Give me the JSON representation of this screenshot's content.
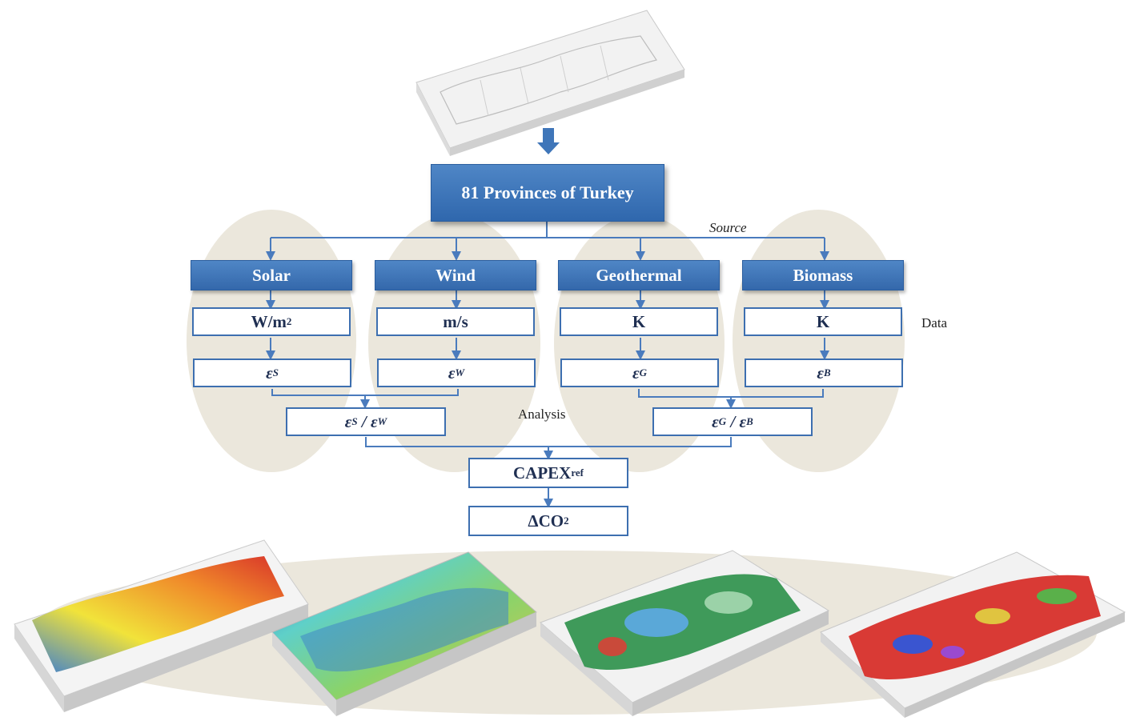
{
  "title": "81 Provinces of Turkey",
  "labels": {
    "source": "Source",
    "data": "Data",
    "analysis": "Analysis"
  },
  "sources": [
    {
      "name": "Solar",
      "unit": "W/m",
      "unit_sup": "2",
      "eff": "ε",
      "eff_sub": "S"
    },
    {
      "name": "Wind",
      "unit": "m/s",
      "unit_sup": "",
      "eff": "ε",
      "eff_sub": "W"
    },
    {
      "name": "Geothermal",
      "unit": "K",
      "unit_sup": "",
      "eff": "ε",
      "eff_sub": "G"
    },
    {
      "name": "Biomass",
      "unit": "K",
      "unit_sup": "",
      "eff": "ε",
      "eff_sub": "B"
    }
  ],
  "ratios": [
    {
      "a": "ε",
      "a_sub": "S",
      "sep": " / ",
      "b": "ε",
      "b_sub": "W"
    },
    {
      "a": "ε",
      "a_sub": "G",
      "sep": " / ",
      "b": "ε",
      "b_sub": "B"
    }
  ],
  "capex": {
    "main": "CAPEX",
    "sub": "ref"
  },
  "dco2": {
    "main": "ΔCO",
    "sub": "2"
  },
  "colors": {
    "header_blue": "#3f76b9",
    "border_blue": "#3d6fb0",
    "ellipse": "#ebe7dc"
  }
}
